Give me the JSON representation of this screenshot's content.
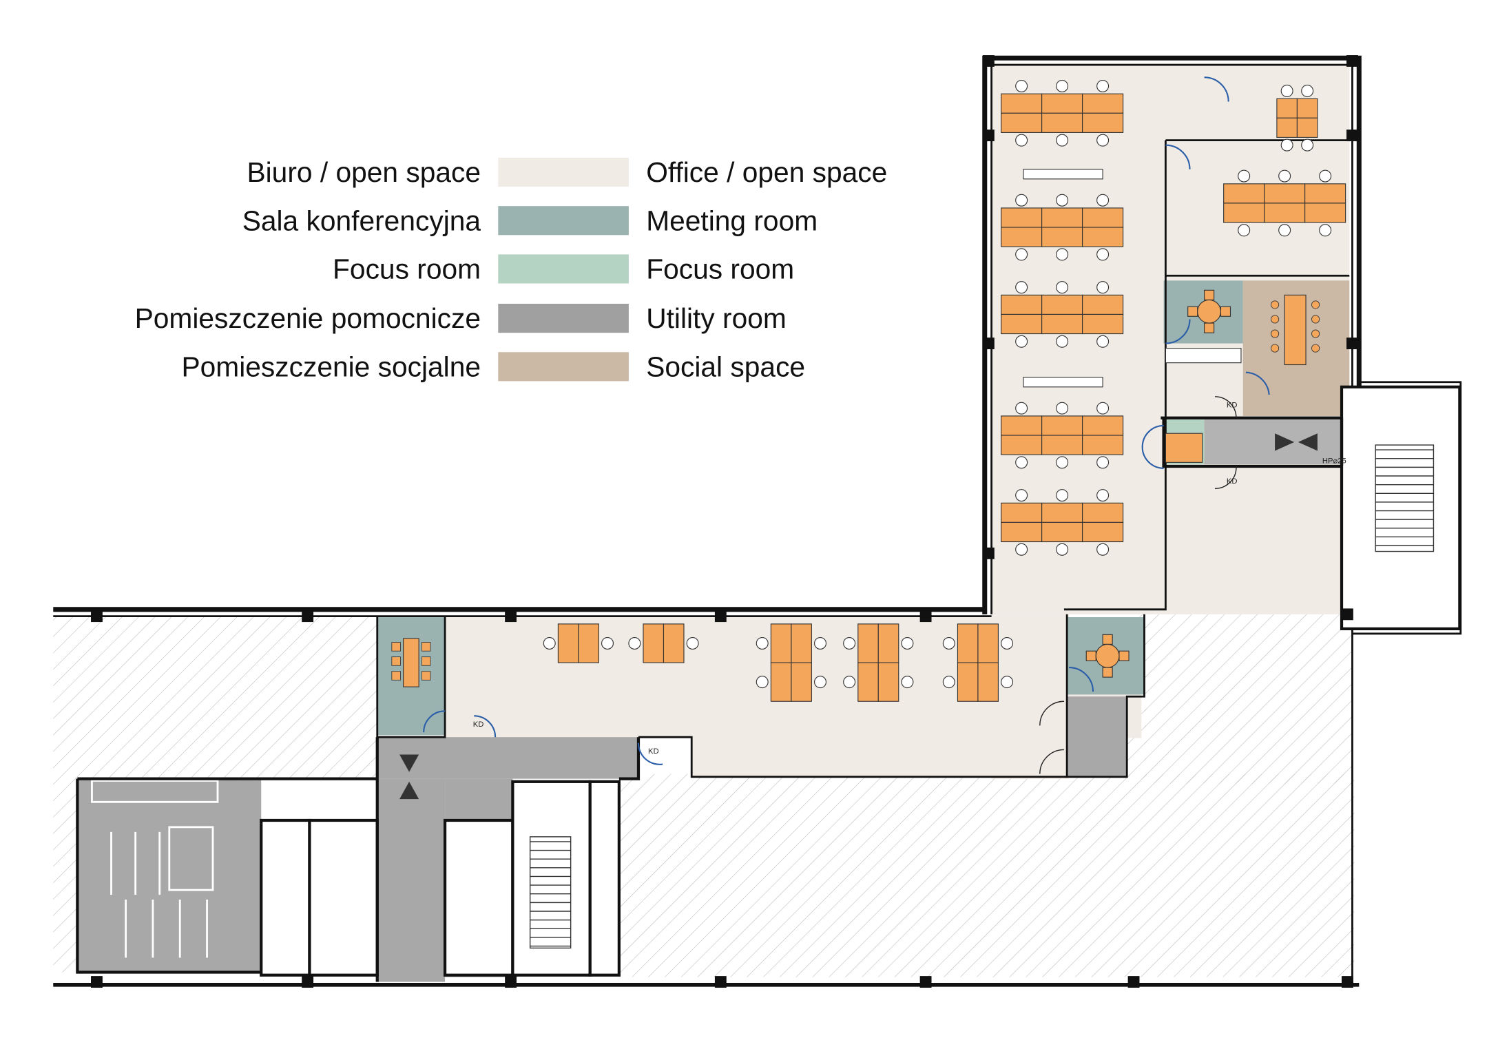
{
  "legend": {
    "items": [
      {
        "pl": "Biuro / open space",
        "en": "Office / open space",
        "color": "#f0ebe5"
      },
      {
        "pl": "Sala konferencyjna",
        "en": "Meeting room",
        "color": "#9bb3b0"
      },
      {
        "pl": "Focus room",
        "en": "Focus room",
        "color": "#b5d3c3"
      },
      {
        "pl": "Pomieszczenie pomocnicze",
        "en": "Utility room",
        "color": "#a0a0a0"
      },
      {
        "pl": "Pomieszczenie socjalne",
        "en": "Social space",
        "color": "#cbb9a6"
      }
    ]
  },
  "plan": {
    "labels": {
      "kd": "KD",
      "hp": "HP⌀25"
    },
    "colors": {
      "desk": "#f4a65a",
      "corridor": "#b3b3b3",
      "wall": "#111111",
      "door": "#2b5ea8"
    }
  }
}
